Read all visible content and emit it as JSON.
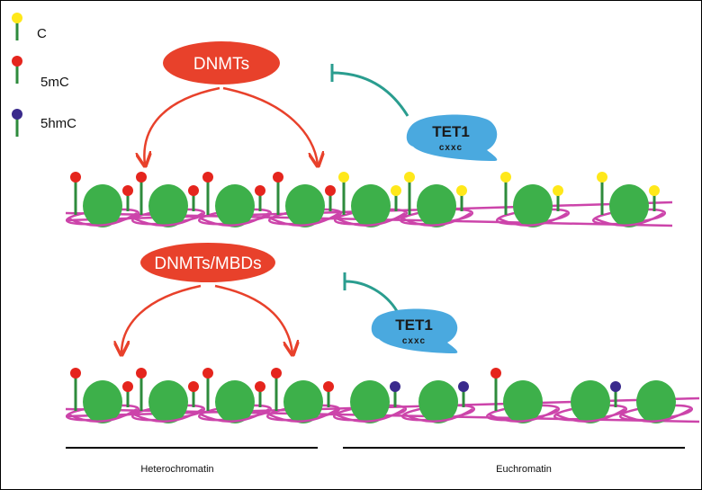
{
  "legend": [
    {
      "label": "C",
      "color": "#ffe81a"
    },
    {
      "label": "5mC",
      "color": "#e5251d"
    },
    {
      "label": "5hmC",
      "color": "#3a2a8c"
    }
  ],
  "top_panel": {
    "enzyme_label": "DNMTs",
    "tet_label": "TET1",
    "tet_domain": "cxxc",
    "nucleosome_marks": [
      [
        "5mC",
        "5mC"
      ],
      [
        "5mC",
        "5mC"
      ],
      [
        "5mC",
        "5mC"
      ],
      [
        "5mC",
        "5mC"
      ],
      [
        "C",
        "C"
      ],
      [
        "C",
        "C"
      ],
      [
        "C",
        "C"
      ],
      [
        "C",
        "C"
      ]
    ]
  },
  "bottom_panel": {
    "enzyme_label": "DNMTs/MBDs",
    "tet_label": "TET1",
    "tet_domain": "cxxc",
    "nucleosome_marks": [
      [
        "5mC",
        "5mC"
      ],
      [
        "5mC",
        "5mC"
      ],
      [
        "5mC",
        "5mC"
      ],
      [
        "5mC",
        "5mC"
      ],
      [
        null,
        "5hmC"
      ],
      [
        null,
        "5hmC"
      ],
      [
        "5mC",
        null
      ],
      [
        null,
        "5hmC"
      ],
      [
        null,
        null
      ]
    ]
  },
  "regions": {
    "heterochromatin": "Heterochromatin",
    "euchromatin": "Euchromatin"
  },
  "colors": {
    "enzyme": "#e8412b",
    "tet": "#4aa9df",
    "inhibition": "#2a9d8f",
    "arrow": "#e8412b",
    "nucleosome": "#3db04a",
    "dna": "#cc44aa",
    "stem": "#2e8b3c"
  }
}
